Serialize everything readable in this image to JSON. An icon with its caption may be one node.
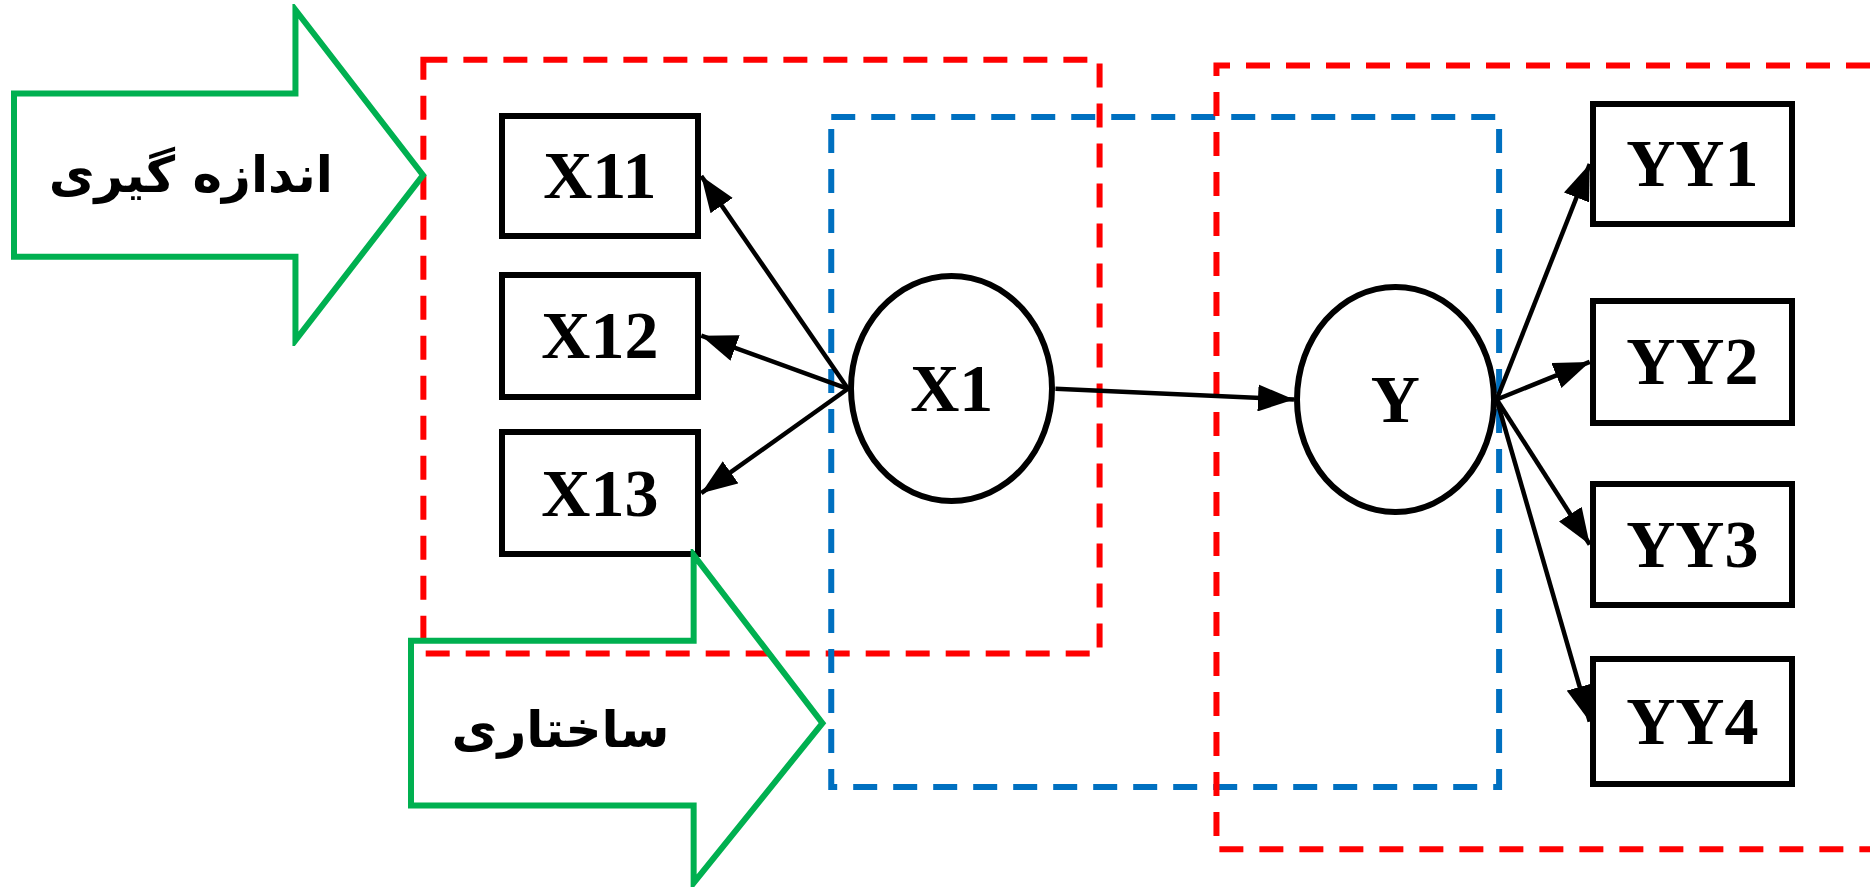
{
  "diagram": {
    "nodes": [
      {
        "text": [
          "اندازه گیری"
        ]
      },
      {
        "text": [
          "X11"
        ]
      },
      {
        "text": [
          "X12"
        ]
      },
      {
        "text": [
          "X13"
        ]
      },
      {
        "text": [
          "ساختاری"
        ]
      },
      {
        "text": [
          "X1"
        ]
      },
      {
        "text": [
          "Y"
        ]
      },
      {
        "text": [
          "YY1"
        ]
      },
      {
        "text": [
          "YY2"
        ]
      },
      {
        "text": [
          "YY3"
        ]
      },
      {
        "text": [
          "YY4"
        ]
      }
    ],
    "edges": [
      {
        "from": 5,
        "to": 1,
        "arrow": "to"
      },
      {
        "from": 5,
        "to": 2,
        "arrow": "to"
      },
      {
        "from": 5,
        "to": 3,
        "arrow": "to"
      },
      {
        "from": 5,
        "to": 6,
        "arrow": "to"
      },
      {
        "from": 6,
        "to": 7,
        "arrow": "to"
      },
      {
        "from": 6,
        "to": 8,
        "arrow": "to"
      },
      {
        "from": 6,
        "to": 9,
        "arrow": "to"
      },
      {
        "from": 6,
        "to": 10,
        "arrow": "to"
      }
    ]
  }
}
